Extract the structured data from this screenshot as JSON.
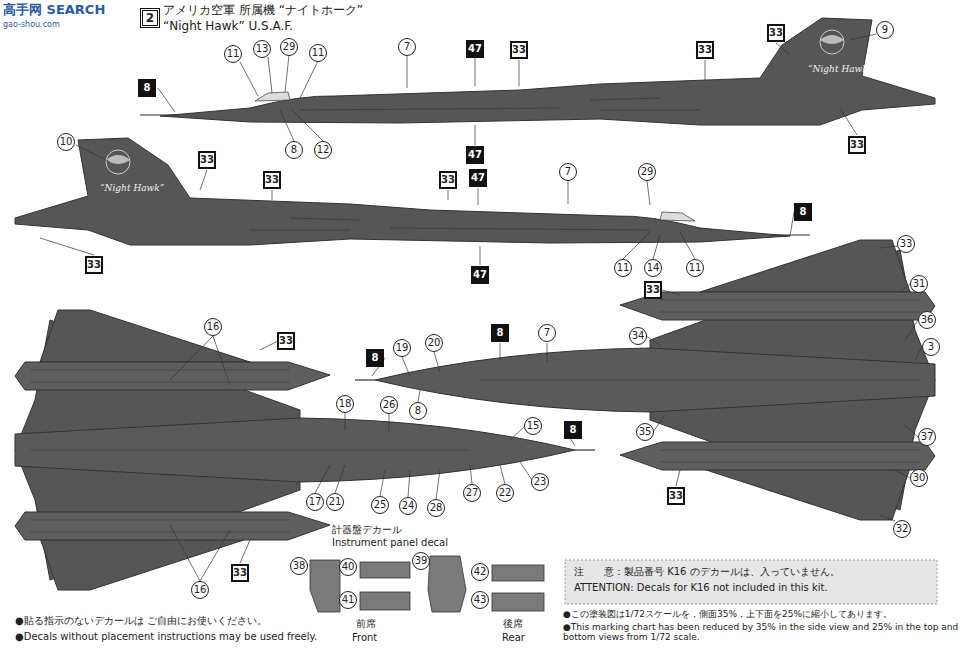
{
  "diagram": {
    "labels": [
      "高手网 SEARCH",
      "gao-shou.com",
      "2",
      "アメリカ空軍 所属機 “ナイトホーク”",
      "“Night Hawk”  U.S.A.F.",
      "11",
      "13",
      "29",
      "11",
      "7",
      "47",
      "33",
      "33",
      "33",
      "9",
      "8",
      "8",
      "12",
      "47",
      "33",
      "“Night Hawk”",
      "10",
      "33",
      "33",
      "33",
      "47",
      "7",
      "29",
      "8",
      "11",
      "14",
      "11",
      "47",
      "33",
      "“Night Hawk”",
      "33",
      "33",
      "31",
      "8",
      "7",
      "8",
      "19",
      "20",
      "8",
      "34",
      "36",
      "3",
      "35",
      "37",
      "30",
      "33",
      "32",
      "16",
      "33",
      "18",
      "26",
      "15",
      "8",
      "17",
      "21",
      "25",
      "24",
      "28",
      "27",
      "22",
      "23",
      "33",
      "16",
      "計器盤デカール",
      "Instrument panel decal",
      "38",
      "40",
      "41",
      "39",
      "42",
      "43",
      "前席",
      "Front",
      "後席",
      "Rear",
      "注　　意：製品番号 K16 のデカールは、入っていません。",
      "ATTENTION: Decals for K16 not included in this kit.",
      "●この塗装図は1/72スケールを，側面35%，上下面を25%に縮小してあります。",
      "●This marking chart has been reduced by 35% in the side view and 25% in the top and bottom views from 1/72 scale.",
      "●貼る指示のないデカールは ご自由にお使いください。",
      "●Decals without placement instructions may be used freely."
    ]
  }
}
